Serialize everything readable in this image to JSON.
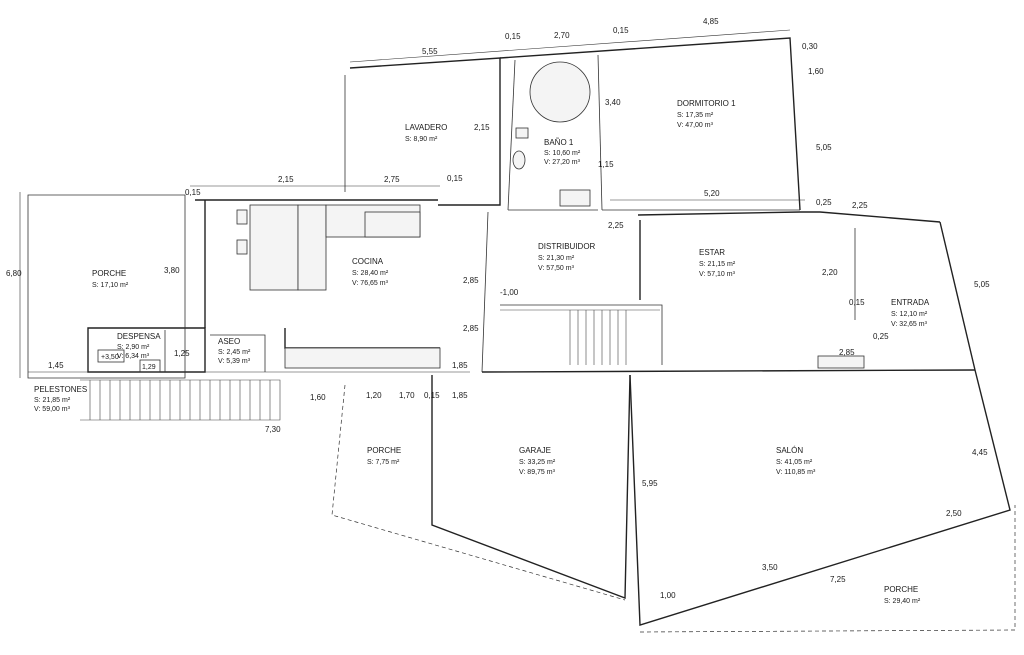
{
  "rooms": [
    {
      "id": "lavadero",
      "name": "LAVADERO",
      "lines": [
        "S: 8,90 m²"
      ]
    },
    {
      "id": "bano1",
      "name": "BAÑO 1",
      "lines": [
        "S: 10,60 m²",
        "V: 27,20 m³"
      ]
    },
    {
      "id": "dormitorio1",
      "name": "DORMITORIO 1",
      "lines": [
        "S: 17,35 m²",
        "V: 47,00 m³"
      ]
    },
    {
      "id": "porche-oeste",
      "name": "PORCHE",
      "lines": [
        "S: 17,10 m²"
      ]
    },
    {
      "id": "cocina",
      "name": "COCINA",
      "lines": [
        "S: 28,40 m²",
        "V: 76,65 m³"
      ]
    },
    {
      "id": "distribuidor",
      "name": "DISTRIBUIDOR",
      "lines": [
        "S: 21,30 m²",
        "V: 57,50 m³"
      ]
    },
    {
      "id": "estar",
      "name": "ESTAR",
      "lines": [
        "S: 21,15 m²",
        "V: 57,10 m³"
      ]
    },
    {
      "id": "entrada",
      "name": "ENTRADA",
      "lines": [
        "S: 12,10 m²",
        "V: 32,65 m³"
      ]
    },
    {
      "id": "despensa",
      "name": "DESPENSA",
      "lines": [
        "S: 2,90 m²",
        "V: 6,34 m³"
      ]
    },
    {
      "id": "aseo",
      "name": "ASEO",
      "lines": [
        "S: 2,45 m²",
        "V: 5,39 m³"
      ]
    },
    {
      "id": "pelestones",
      "name": "PELESTONES",
      "lines": [
        "S: 21,85 m²",
        "V: 59,00 m³"
      ]
    },
    {
      "id": "porche-central",
      "name": "PORCHE",
      "lines": [
        "S: 7,75 m²"
      ]
    },
    {
      "id": "garaje",
      "name": "GARAJE",
      "lines": [
        "S: 33,25 m²",
        "V: 89,75 m³"
      ]
    },
    {
      "id": "salon",
      "name": "SALÓN",
      "lines": [
        "S: 41,05 m²",
        "V: 110,85 m³"
      ]
    },
    {
      "id": "porche-sur",
      "name": "PORCHE",
      "lines": [
        "S: 29,40 m²"
      ]
    }
  ],
  "dimensions": [
    "5,55",
    "0,15",
    "2,70",
    "0,15",
    "4,85",
    "0,30",
    "1,60",
    "3,40",
    "2,15",
    "1,15",
    "5,05",
    "2,15",
    "2,75",
    "0,15",
    "0,15",
    "5,20",
    "0,25",
    "2,25",
    "2,25",
    "6,80",
    "3,80",
    "2,85",
    "-1,00",
    "2,20",
    "0,15",
    "5,05",
    "2,85",
    "0,25",
    "2,85",
    "1,25",
    "1,45",
    "1,85",
    "1,60",
    "1,20",
    "1,70",
    "0,15",
    "1,85",
    "7,30",
    "5,95",
    "4,45",
    "2,50",
    "3,50",
    "7,25",
    "1,00"
  ],
  "levels": [
    "+3,50",
    "1,29"
  ]
}
